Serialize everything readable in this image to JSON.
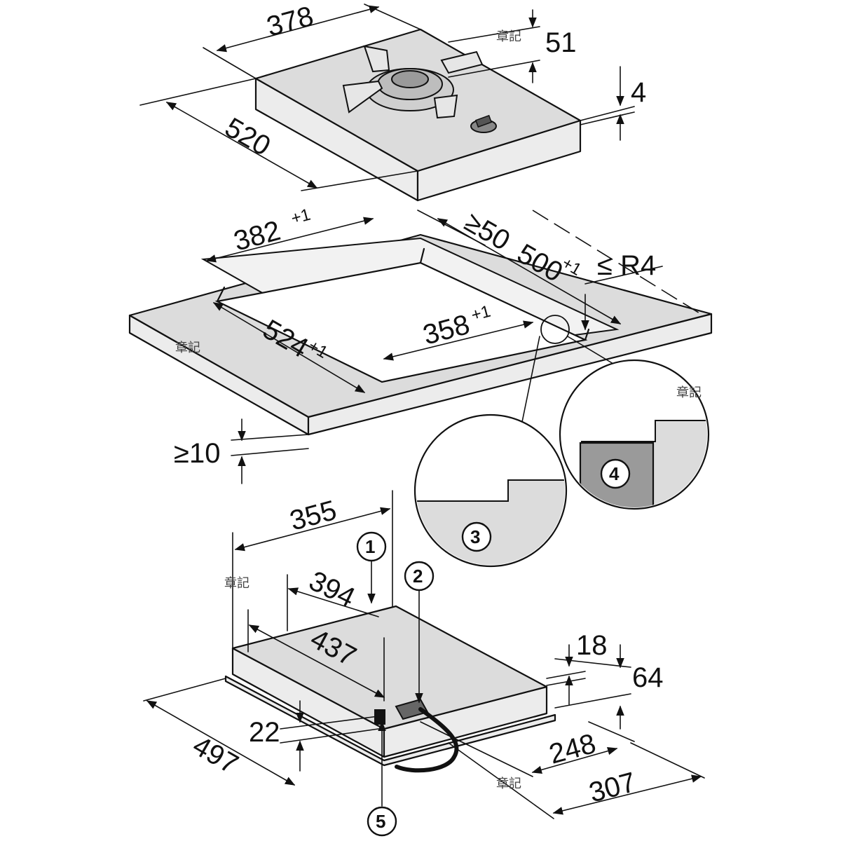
{
  "watermark": "章記",
  "hob": {
    "width": "378",
    "depth": "520",
    "pan_support_height": "51",
    "glass_thickness": "4"
  },
  "cutout": {
    "width": "382",
    "width_tol": "+1",
    "depth": "500",
    "depth_tol": "+1",
    "rear_clearance": "≥50",
    "corner_radius": "≤ R4",
    "rebate_width": "358",
    "rebate_width_tol": "+1",
    "rebate_depth": "524",
    "rebate_depth_tol": "+1",
    "front_clearance": "≥10"
  },
  "detail_markers": [
    "3",
    "4"
  ],
  "underside": {
    "width": "355",
    "inner_width": "394",
    "inner_depth": "437",
    "depth": "497",
    "connection_height": "22",
    "rim_height": "18",
    "total_height": "64",
    "connector_offset": "248",
    "connector_offset_2": "307"
  },
  "markers": [
    "1",
    "2",
    "5"
  ]
}
